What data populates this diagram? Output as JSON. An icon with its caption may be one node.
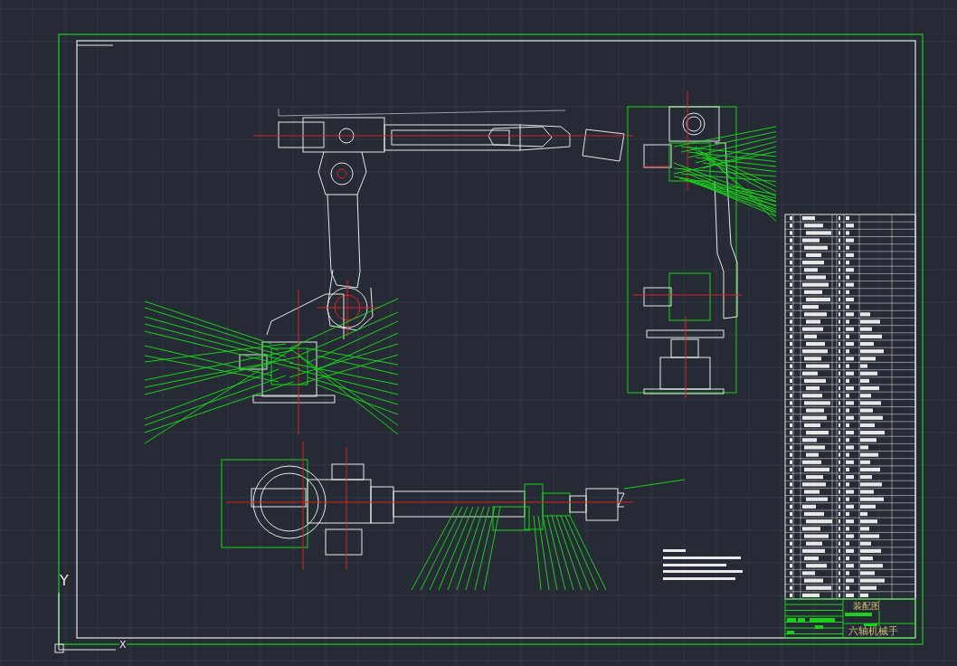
{
  "diagram": {
    "labels": [
      "装配图",
      "六轴机械手",
      "Y",
      "X"
    ]
  }
}
